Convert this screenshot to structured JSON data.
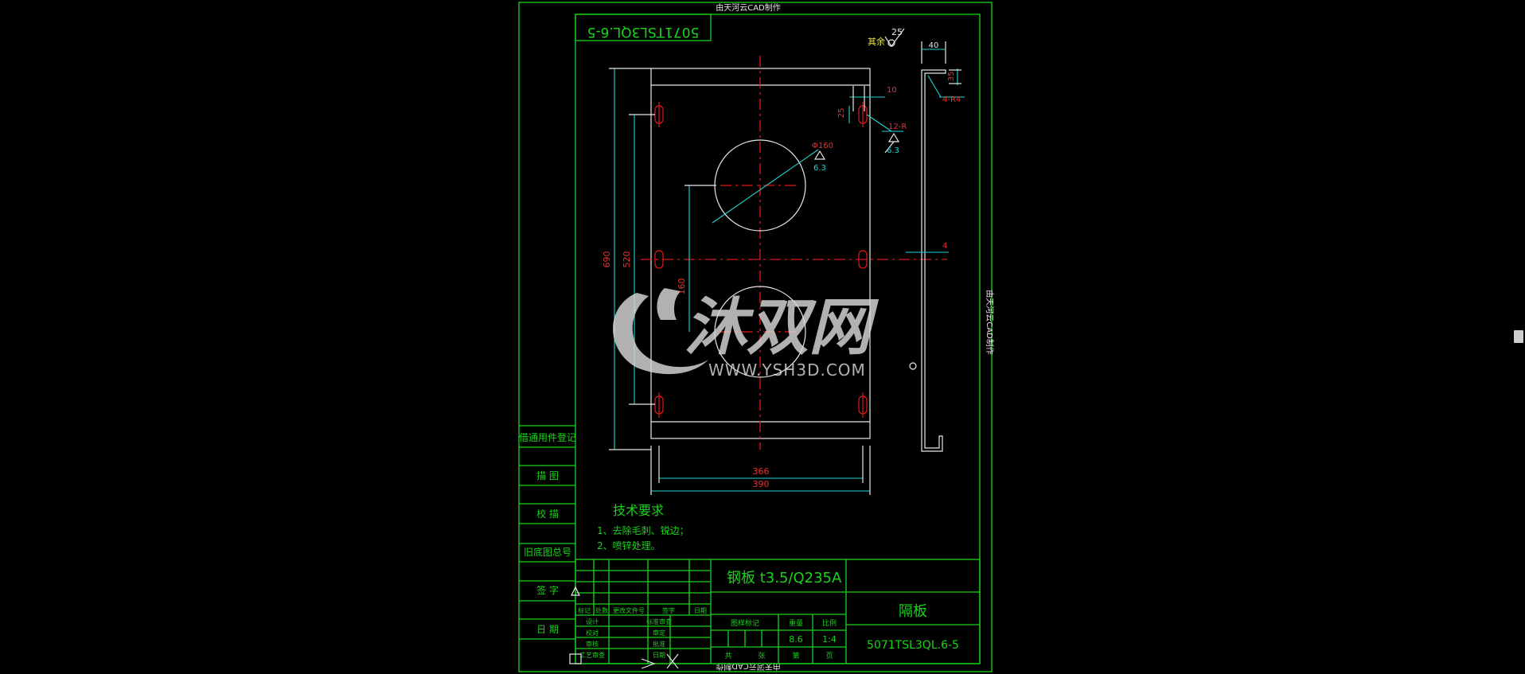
{
  "drawing": {
    "top_note": "由天河云CAD制作",
    "bottom_note": "由天河云CAD制作",
    "side_note": "由天河云CAD制作",
    "code_box_mirrored": "5071TSL3QL.6-5",
    "other_roughness_label": "其余",
    "other_roughness_value": "25",
    "dims": {
      "overall_height": "690",
      "hole_span_vertical": "520",
      "hole_span_width": "366",
      "overall_width": "390",
      "center_height": "160",
      "hole_diameter": "Φ160",
      "top_offset": "25",
      "slot_offset": "10",
      "slot_label": "12-R",
      "roughness_slot": "6.3",
      "roughness_hole": "6.3",
      "flange_width": "40",
      "flange_height": "35",
      "bend_radius": "4-R4",
      "thickness": "4"
    },
    "tech_requirements": {
      "heading": "技术要求",
      "items": [
        "1、去除毛刺、锐边；",
        "2、喷锌处理。"
      ]
    },
    "left_strip": [
      "借通用件登记",
      "描  图",
      "校  描",
      "旧底图总号",
      "签  字",
      "日  期"
    ],
    "title_block": {
      "material": "钢板 t3.5/Q235A",
      "part_name": "隔板",
      "drawing_number": "5071TSL3QL.6-5",
      "weight": "8.6",
      "scale": "1:4",
      "header_labels": [
        "标记",
        "处数",
        "更改文件号",
        "签字",
        "日期"
      ],
      "role_labels_left": [
        "设计",
        "校对",
        "审核",
        "工艺审查"
      ],
      "role_labels_right": [
        "标准审查",
        "审定",
        "批准",
        "日期"
      ],
      "grid_labels": [
        "图样标记",
        "重量",
        "比例"
      ],
      "sheet_labels": [
        "共",
        "张",
        "第",
        "页"
      ]
    },
    "watermark": {
      "brand": "沐双网",
      "url": "WWW.YSH3D.COM"
    }
  }
}
